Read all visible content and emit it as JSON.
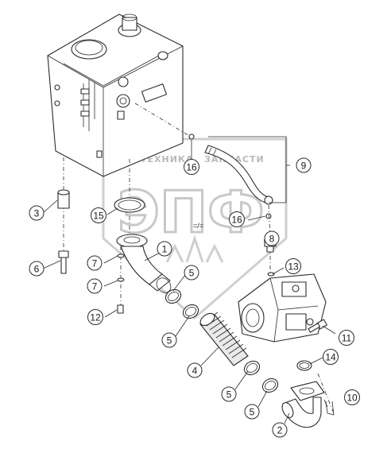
{
  "watermark": {
    "top_text_left": "ТЕХНИКА",
    "top_text_right": "ЗАПЧАСТИ",
    "main_text": "ЭПФ"
  },
  "callouts": [
    {
      "id": "c1",
      "label": "1"
    },
    {
      "id": "c2",
      "label": "2"
    },
    {
      "id": "c3",
      "label": "3"
    },
    {
      "id": "c4",
      "label": "4"
    },
    {
      "id": "c5a",
      "label": "5"
    },
    {
      "id": "c5b",
      "label": "5"
    },
    {
      "id": "c5c",
      "label": "5"
    },
    {
      "id": "c5d",
      "label": "5"
    },
    {
      "id": "c6",
      "label": "6"
    },
    {
      "id": "c7a",
      "label": "7"
    },
    {
      "id": "c7b",
      "label": "7"
    },
    {
      "id": "c8",
      "label": "8"
    },
    {
      "id": "c9",
      "label": "9"
    },
    {
      "id": "c10",
      "label": "10"
    },
    {
      "id": "c11",
      "label": "11"
    },
    {
      "id": "c12",
      "label": "12"
    },
    {
      "id": "c13",
      "label": "13"
    },
    {
      "id": "c14",
      "label": "14"
    },
    {
      "id": "c15",
      "label": "15"
    },
    {
      "id": "c16a",
      "label": "16"
    },
    {
      "id": "c16b",
      "label": "16"
    }
  ],
  "annotation_mark": "=/=",
  "colors": {
    "line": "#2b2b2b",
    "watermark": "#c8c8c8",
    "background": "#ffffff"
  }
}
